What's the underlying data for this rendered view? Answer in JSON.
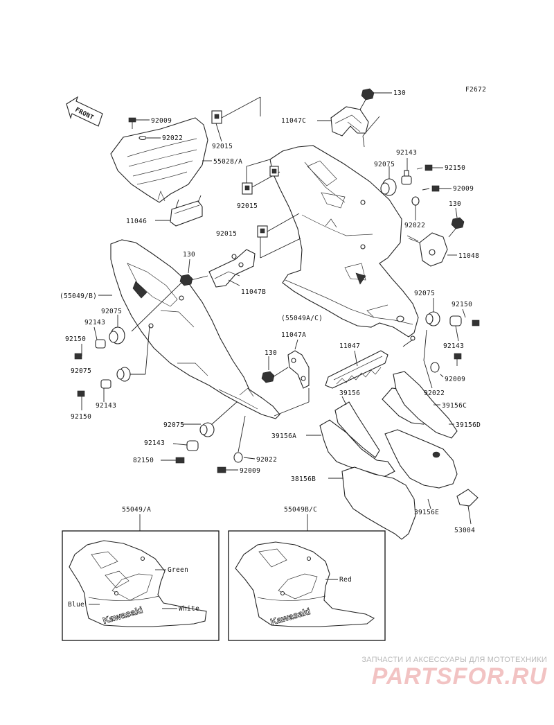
{
  "diagram": {
    "figure_code": "F2672",
    "front_label": "FRONT",
    "labels": {
      "p130_top": "130",
      "p11047c": "11047C",
      "p92009_top": "92009",
      "p92022_top": "92022",
      "p92015_top": "92015",
      "p55028a": "55028/A",
      "p92143_upper": "92143",
      "p92075_upper": "92075",
      "p92150_upper": "92150",
      "p92009_upper": "92009",
      "p130_right": "130",
      "p92015_mid": "92015",
      "p92022_upper": "92022",
      "p11046": "11046",
      "p92015_low": "92015",
      "p11048": "11048",
      "p130_left": "130",
      "p11047b": "11047B",
      "p55049b": "(55049/B)",
      "p92075_left": "92075",
      "p92143_left": "92143",
      "p92150_left": "92150",
      "p92075_left2": "92075",
      "p92143_left2": "92143",
      "p92150_left2": "92150",
      "p92075_right": "92075",
      "p92150_right": "92150",
      "p55049ac": "(55049A/C)",
      "p92143_right": "92143",
      "p11047a": "11047A",
      "p11047": "11047",
      "p130_center": "130",
      "p92009_right": "92009",
      "p92022_right": "92022",
      "p39156": "39156",
      "p39156c": "39156C",
      "p39156d": "39156D",
      "p92075_bottom": "92075",
      "p39156a": "39156A",
      "p92143_bottom": "92143",
      "p82150": "82150",
      "p92022_bottom": "92022",
      "p92009_bottom": "92009",
      "p38156b": "38156B",
      "p39156e": "39156E",
      "p53004": "53004"
    },
    "inset_left": {
      "title": "55049/A",
      "colors": [
        "Green",
        "Blue",
        "White"
      ],
      "brand": "Kawasaki"
    },
    "inset_right": {
      "title": "55049B/C",
      "colors": [
        "Red"
      ],
      "brand": "Kawasaki"
    }
  },
  "watermark": {
    "tagline": "ЗАПЧАСТИ И АКСЕССУАРЫ ДЛЯ МОТОТЕХНИКИ",
    "logo": "PARTSFOR.RU",
    "logo_color": "#f2c3c3"
  }
}
